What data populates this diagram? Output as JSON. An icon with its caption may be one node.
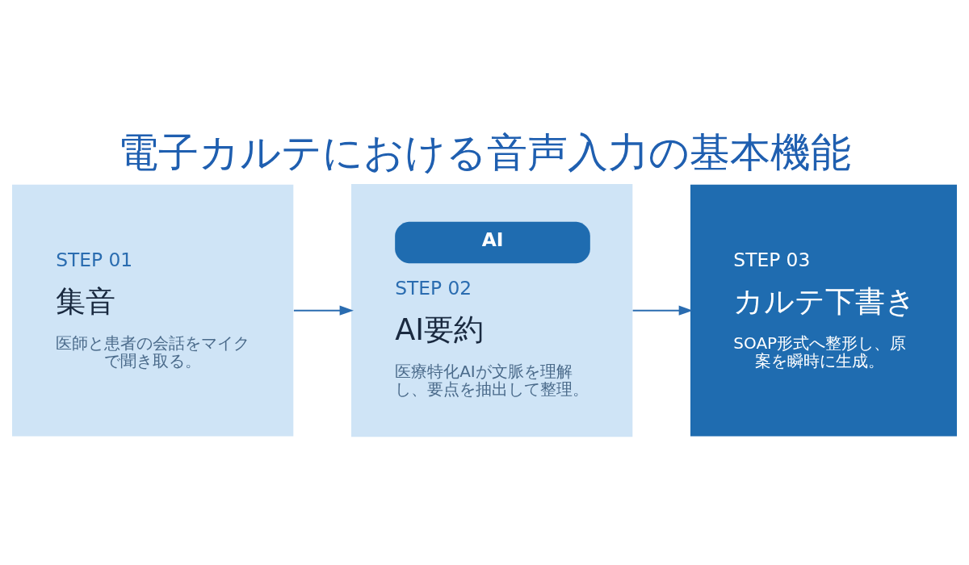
{
  "diagram": {
    "title": "電子カルテにおける音声入力の基本機能",
    "nodes": [
      {
        "text": [
          "STEP 01",
          "集音",
          "医師と患者の会話をマイクで聞き取る。"
        ]
      },
      {
        "text": [
          "AI",
          "STEP 02",
          "AI要約",
          "医療特化AIが文脈を理解し、要点を抽出して整理。"
        ]
      },
      {
        "text": [
          "STEP 03",
          "カルテ下書き",
          "SOAP形式へ整形し、原案を瞬時に生成。"
        ]
      }
    ],
    "edges": [
      {
        "from": 0,
        "to": 1,
        "arrow": "to"
      },
      {
        "from": 1,
        "to": 2,
        "arrow": "to"
      }
    ]
  }
}
